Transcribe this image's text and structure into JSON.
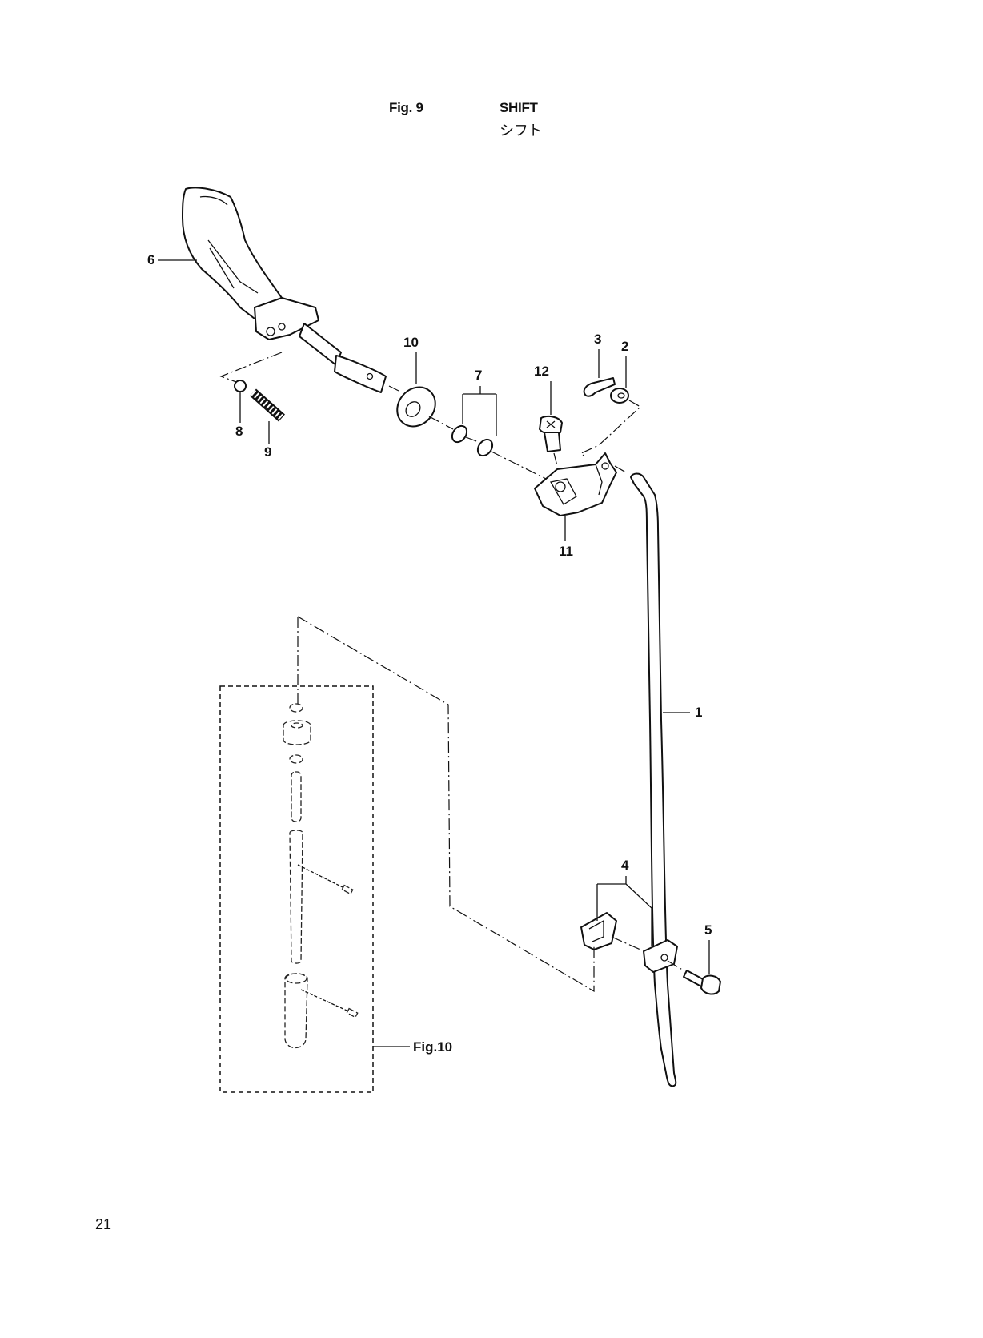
{
  "header": {
    "fig_label": "Fig. 9",
    "title_en": "SHIFT",
    "title_jp": "シフト"
  },
  "callouts": {
    "c1": "1",
    "c2": "2",
    "c3": "3",
    "c4": "4",
    "c5": "5",
    "c6": "6",
    "c7": "7",
    "c8": "8",
    "c9": "9",
    "c10": "10",
    "c11": "11",
    "c12": "12"
  },
  "reference": {
    "fig10": "Fig.10"
  },
  "page_number": "21"
}
